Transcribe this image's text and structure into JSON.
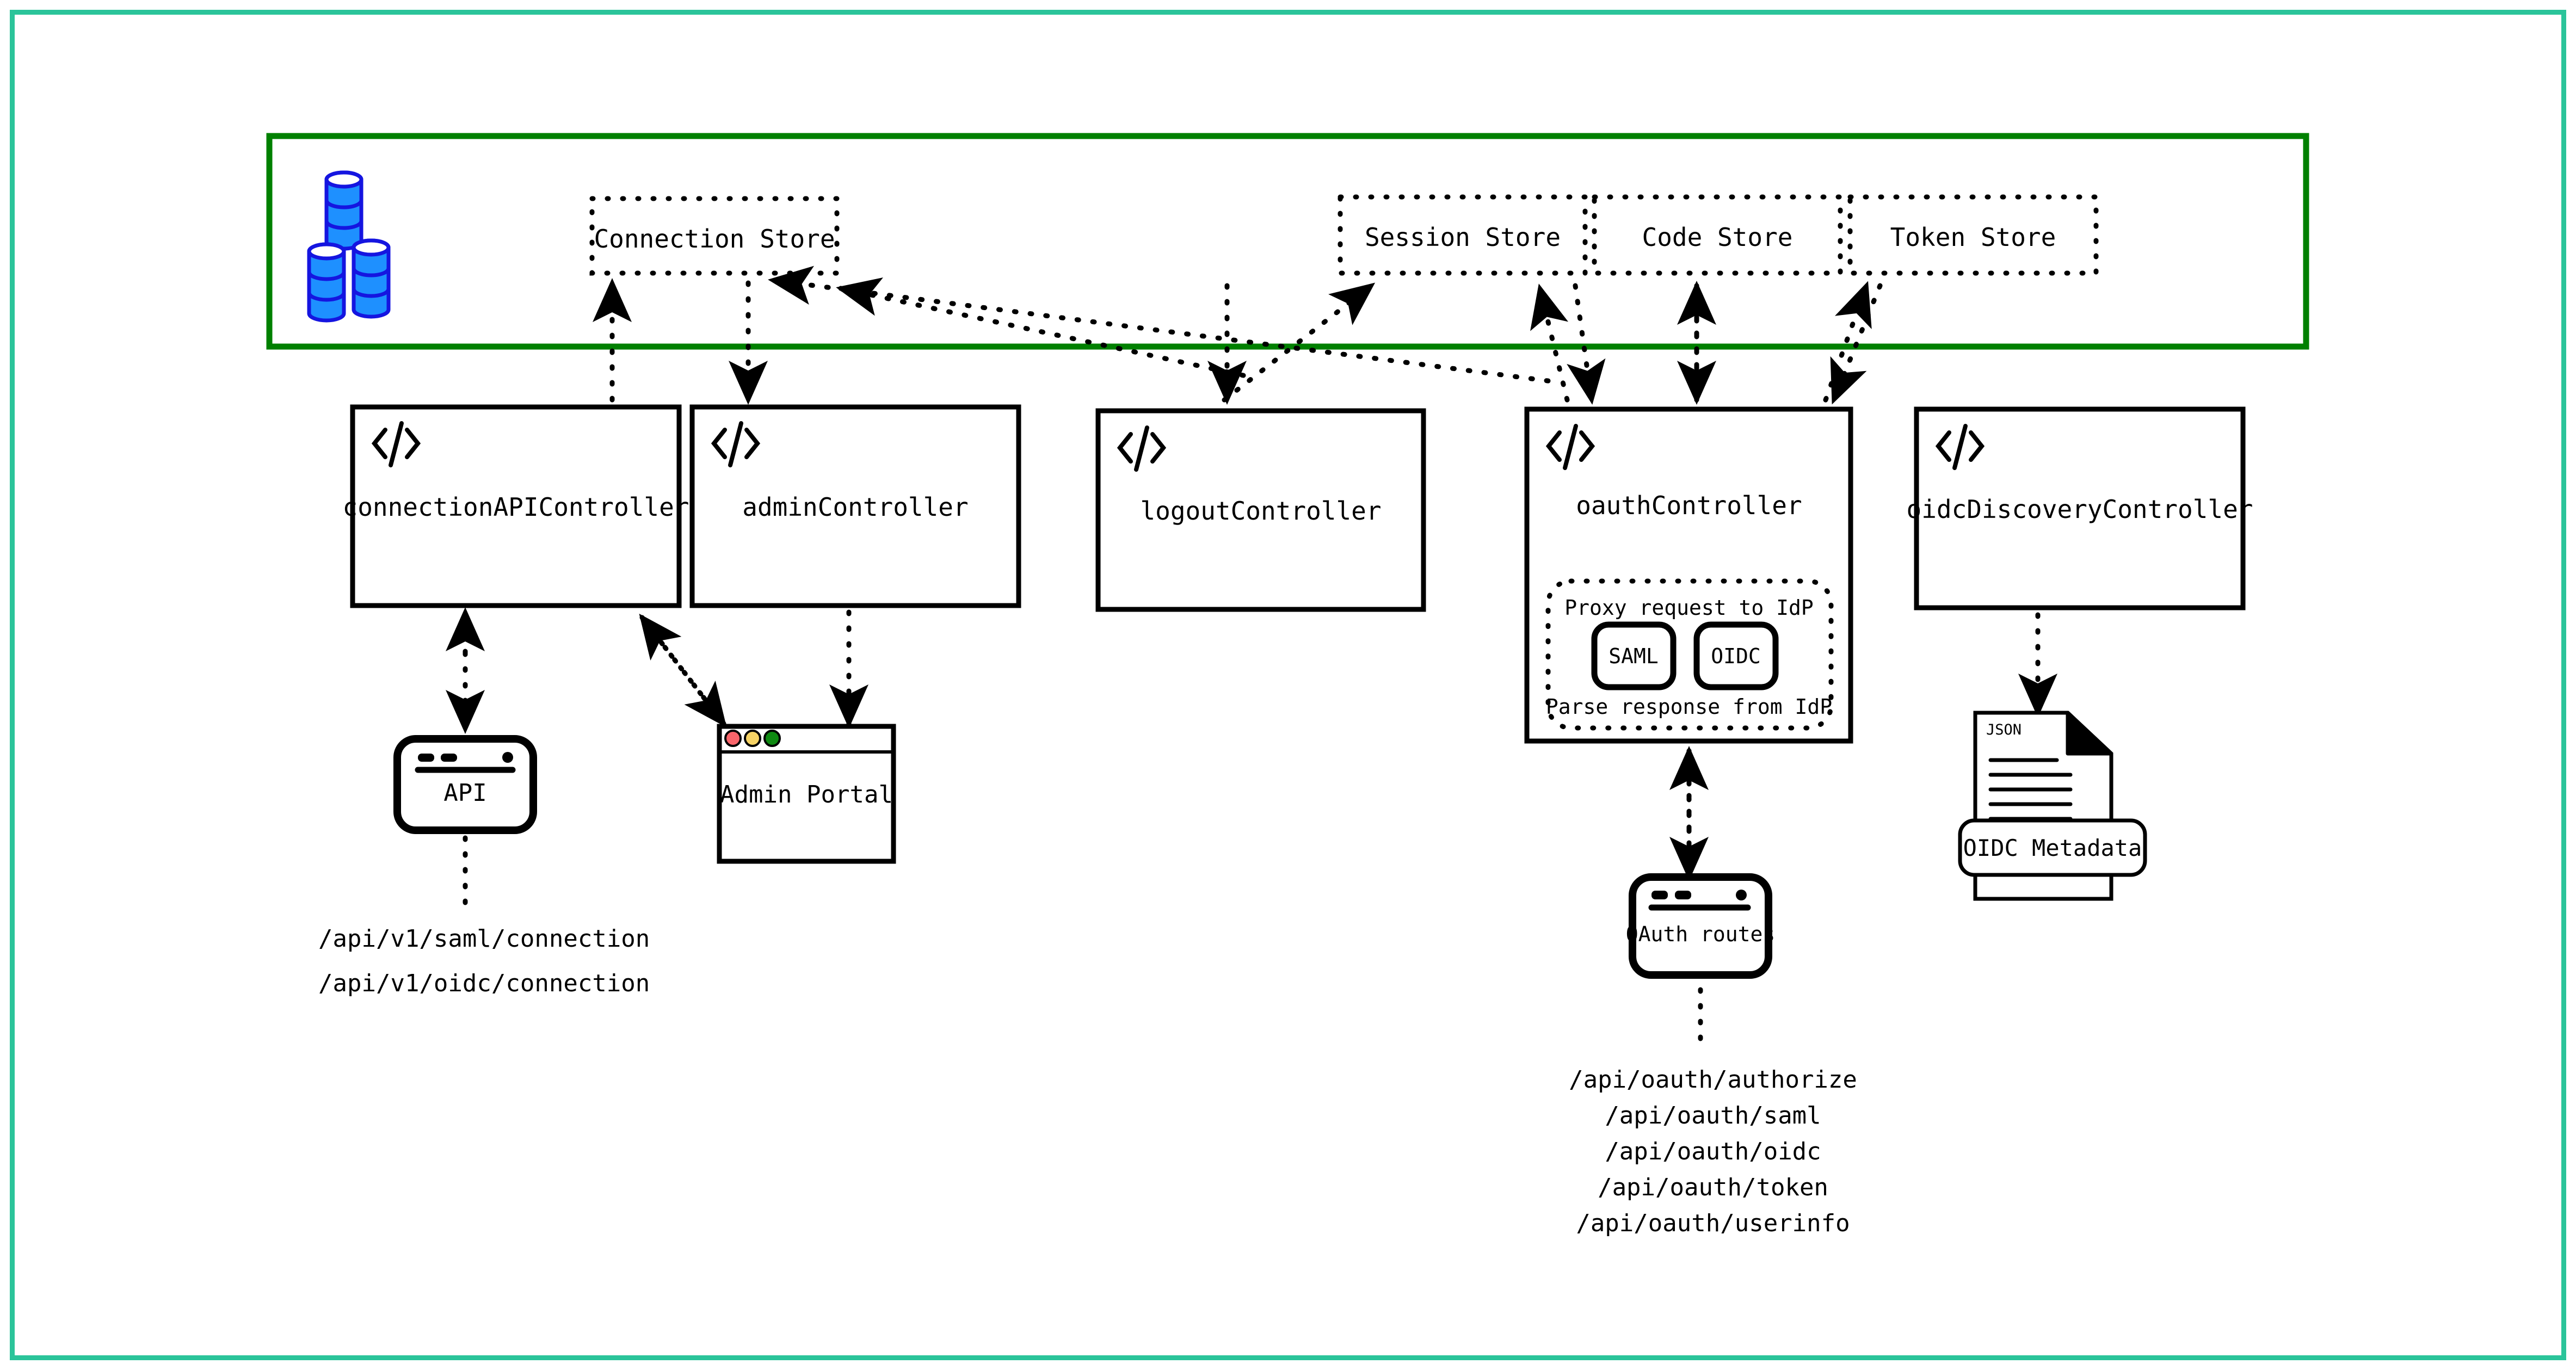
{
  "frame": {
    "accent_color": "#2BC49A"
  },
  "datastore_group": {
    "border_color": "#008000",
    "db_icon": {
      "name": "database-stack-icon",
      "color": "#1E90FF",
      "outline": "#1515E0"
    },
    "stores": [
      {
        "id": "connection-store",
        "label": "Connection Store"
      },
      {
        "id": "session-store",
        "label": "Session Store"
      },
      {
        "id": "code-store",
        "label": "Code Store"
      },
      {
        "id": "token-store",
        "label": "Token Store"
      }
    ]
  },
  "controllers": [
    {
      "id": "connection-api-controller",
      "label": "connectionAPIController",
      "icon": "code-icon"
    },
    {
      "id": "admin-controller",
      "label": "adminController",
      "icon": "code-icon"
    },
    {
      "id": "logout-controller",
      "label": "logoutController",
      "icon": "code-icon"
    },
    {
      "id": "oauth-controller",
      "label": "oauthController",
      "icon": "code-icon"
    },
    {
      "id": "oidc-discovery-controller",
      "label": "oidcDiscoveryController",
      "icon": "code-icon"
    }
  ],
  "idp_proxy": {
    "top_label": "Proxy request to IdP",
    "bottom_label": "Parse response from IdP",
    "protocols": [
      {
        "id": "saml-badge",
        "label": "SAML"
      },
      {
        "id": "oidc-badge",
        "label": "OIDC"
      }
    ]
  },
  "endpoints": {
    "api_node": {
      "label": "API"
    },
    "admin_node": {
      "label": "Admin Portal",
      "traffic_lights": [
        {
          "name": "close",
          "color": "#F9656B"
        },
        {
          "name": "minimize",
          "color": "#F6D365"
        },
        {
          "name": "zoom",
          "color": "#0F8A12"
        }
      ]
    },
    "oauth_node": {
      "label": "OAuth routes"
    },
    "metadata_node": {
      "file_label": "JSON",
      "label": "OIDC Metadata"
    }
  },
  "route_lists": {
    "connection_routes": [
      "/api/v1/saml/connection",
      "/api/v1/oidc/connection"
    ],
    "oauth_routes": [
      "/api/oauth/authorize",
      "/api/oauth/saml",
      "/api/oauth/oidc",
      "/api/oauth/token",
      "/api/oauth/userinfo"
    ]
  }
}
